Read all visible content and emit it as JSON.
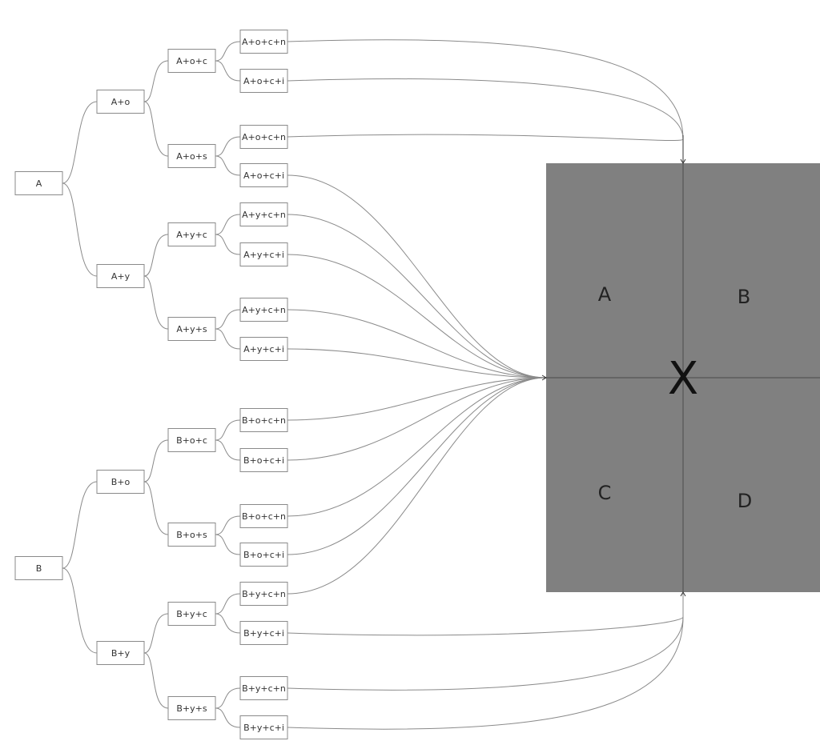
{
  "roots": [
    {
      "label": "A",
      "children": [
        {
          "label": "A+o",
          "children": [
            {
              "label": "A+o+c",
              "leaves": [
                "A+o+c+n",
                "A+o+c+i"
              ]
            },
            {
              "label": "A+o+s",
              "leaves": [
                "A+o+c+n",
                "A+o+c+i"
              ]
            }
          ]
        },
        {
          "label": "A+y",
          "children": [
            {
              "label": "A+y+c",
              "leaves": [
                "A+y+c+n",
                "A+y+c+i"
              ]
            },
            {
              "label": "A+y+s",
              "leaves": [
                "A+y+c+n",
                "A+y+c+i"
              ]
            }
          ]
        }
      ]
    },
    {
      "label": "B",
      "children": [
        {
          "label": "B+o",
          "children": [
            {
              "label": "B+o+c",
              "leaves": [
                "B+o+c+n",
                "B+o+c+i"
              ]
            },
            {
              "label": "B+o+s",
              "leaves": [
                "B+o+c+n",
                "B+o+c+i"
              ]
            }
          ]
        },
        {
          "label": "B+y",
          "children": [
            {
              "label": "B+y+c",
              "leaves": [
                "B+y+c+n",
                "B+y+c+i"
              ]
            },
            {
              "label": "B+y+s",
              "leaves": [
                "B+y+c+n",
                "B+y+c+i"
              ]
            }
          ]
        }
      ]
    }
  ],
  "grid": {
    "quadrants": [
      "A",
      "B",
      "C",
      "D"
    ],
    "center_mark": "X",
    "fill_color": "#808080",
    "line_color": "#555555"
  },
  "edge_color": "#8a8a8a",
  "box_border_color": "#8a8a8a"
}
